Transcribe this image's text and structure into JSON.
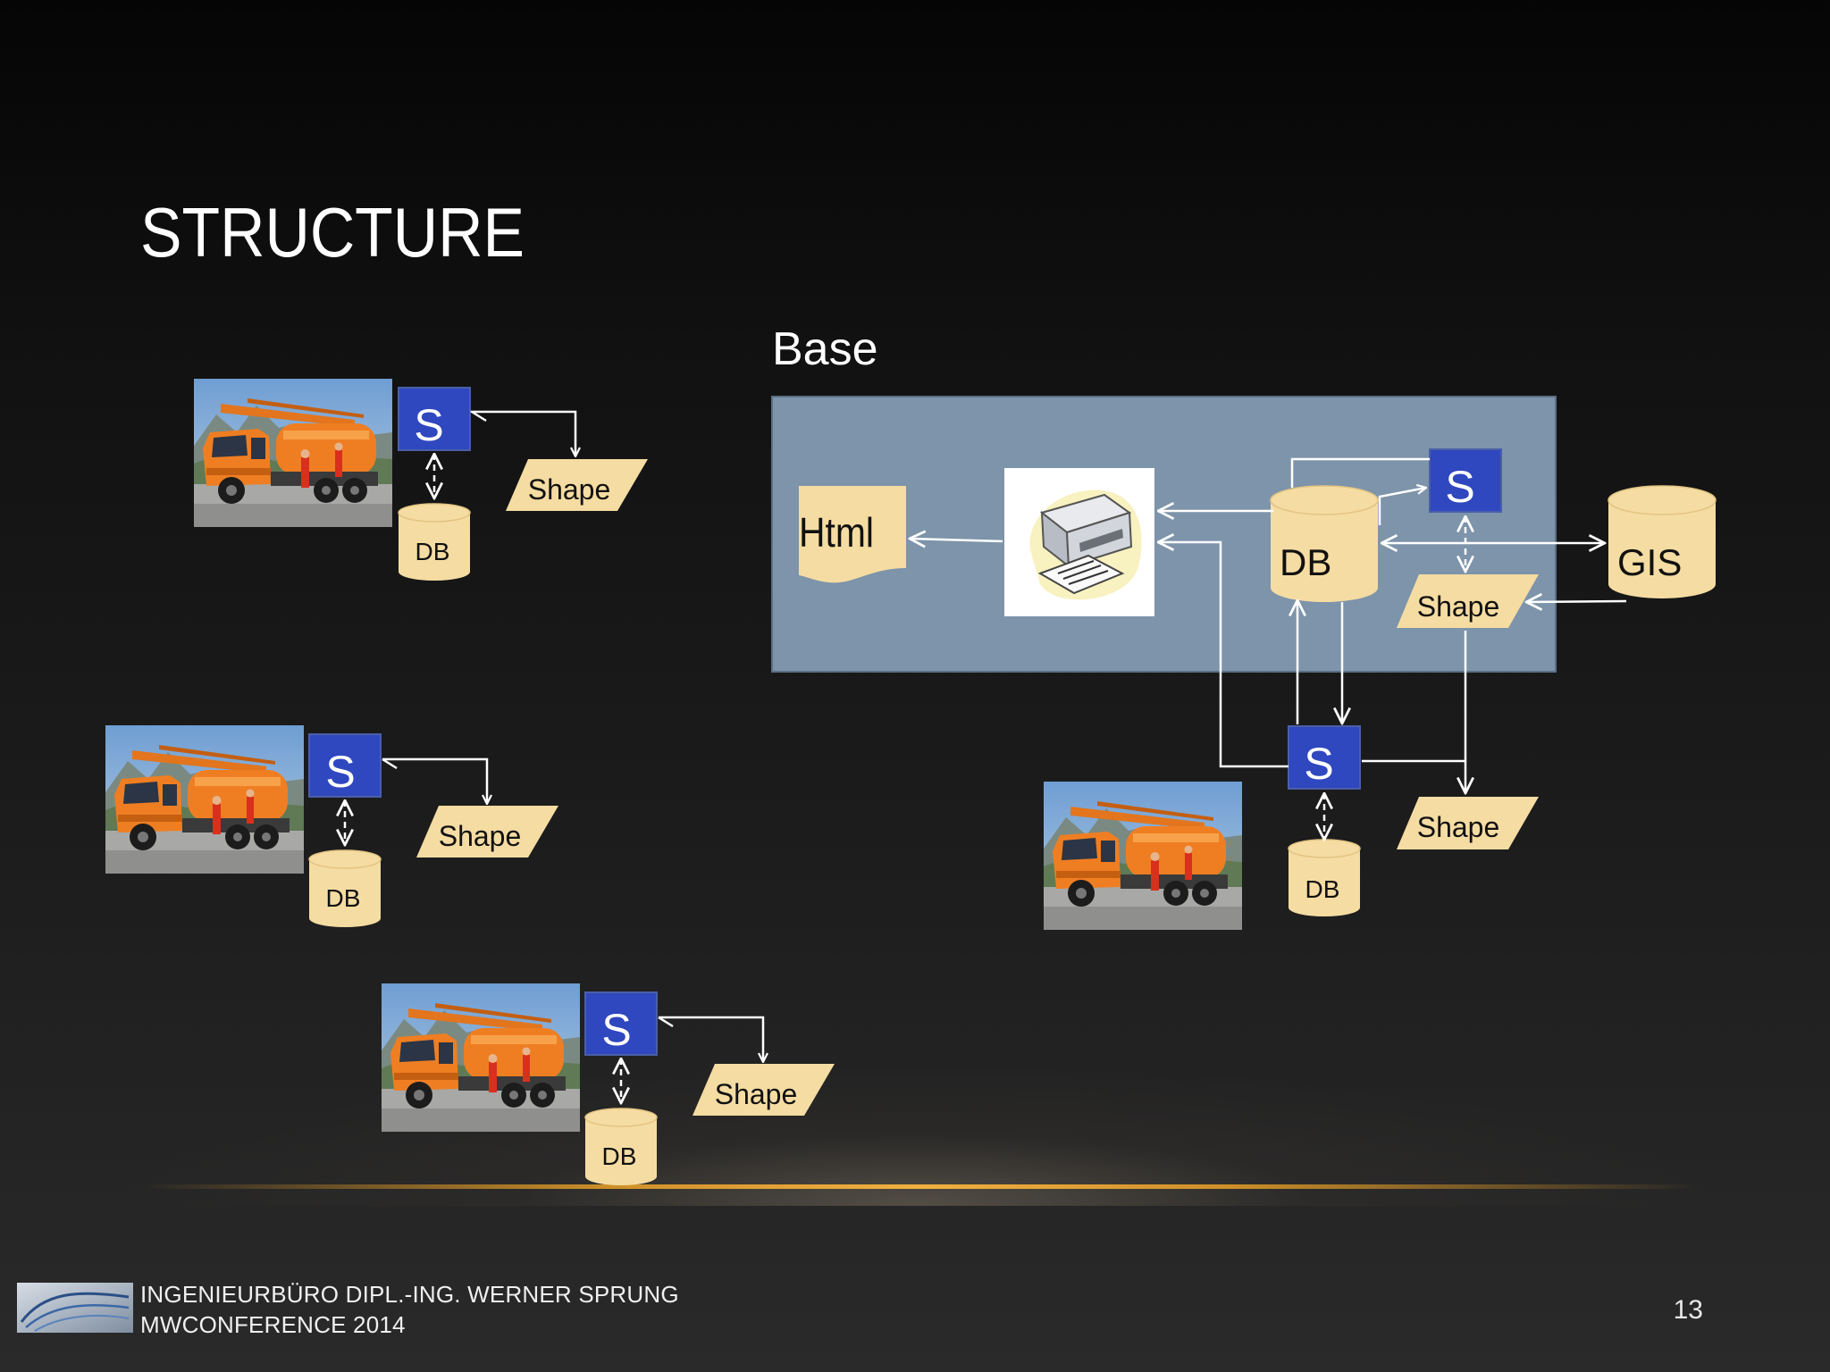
{
  "slide": {
    "title": "STRUCTURE",
    "page_number": "13"
  },
  "diagram": {
    "base_label": "Base",
    "html_label": "Html",
    "gis_label": "GIS",
    "service_label": "S",
    "database_label": "DB",
    "shape_label": "Shape"
  },
  "footer": {
    "company": "INGENIEURBÜRO DIPL.-ING. WERNER SPRUNG",
    "event": "MWCONFERENCE 2014"
  },
  "colors": {
    "service_blue": "#2f47bf",
    "tan": "#f5dca2",
    "base_panel": "#7d94aa",
    "accent_gold": "#f0b040"
  }
}
